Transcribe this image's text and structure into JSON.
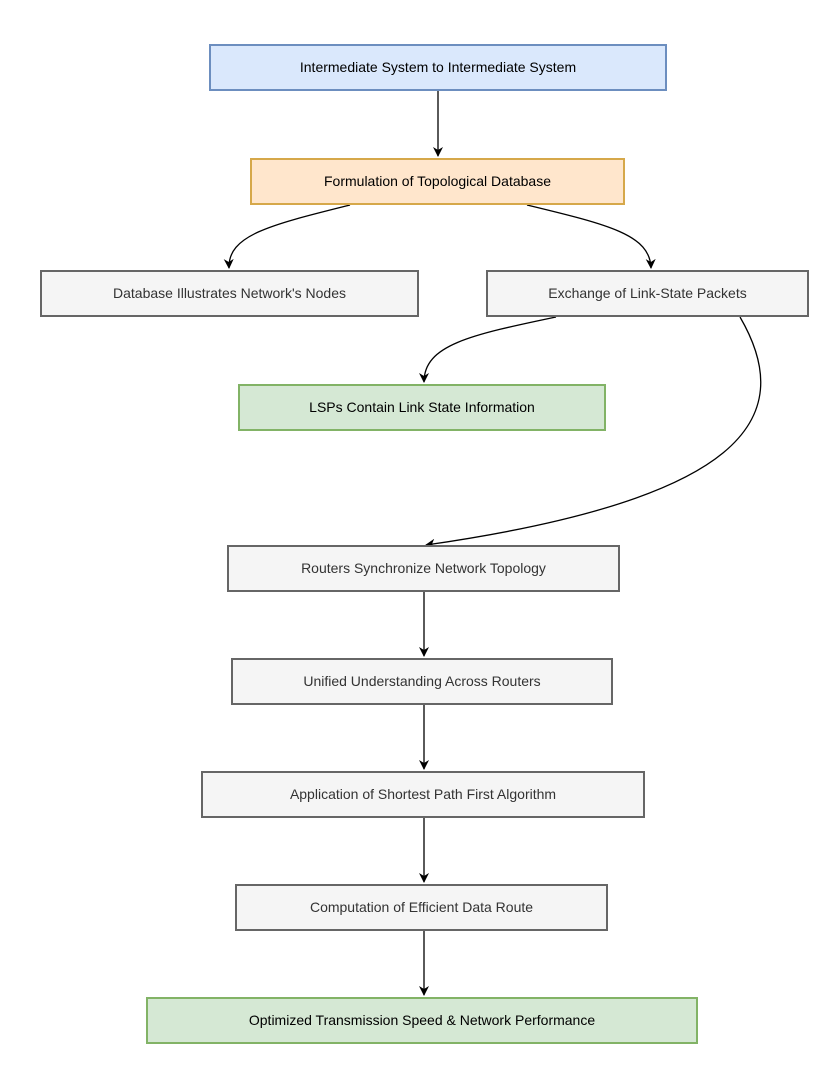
{
  "diagram": {
    "nodes": {
      "n1": "Intermediate System to Intermediate System",
      "n2": "Formulation of Topological Database",
      "n3": "Database Illustrates Network's Nodes",
      "n4": "Exchange of Link-State Packets",
      "n5": "LSPs Contain Link State Information",
      "n6": "Routers Synchronize Network Topology",
      "n7": "Unified Understanding Across Routers",
      "n8": "Application of Shortest Path First Algorithm",
      "n9": "Computation of Efficient Data Route",
      "n10": "Optimized Transmission Speed & Network Performance"
    },
    "colors": {
      "blue_fill": "#dae8fc",
      "blue_stroke": "#6c8ebf",
      "orange_fill": "#ffe6cc",
      "orange_stroke": "#d6a84a",
      "green_fill": "#d5e8d4",
      "green_stroke": "#82b366",
      "gray_fill": "#f5f5f5",
      "gray_stroke": "#666666",
      "arrow": "#000000"
    },
    "edges": [
      {
        "from": "n1",
        "to": "n2"
      },
      {
        "from": "n2",
        "to": "n3"
      },
      {
        "from": "n2",
        "to": "n4"
      },
      {
        "from": "n4",
        "to": "n5"
      },
      {
        "from": "n4",
        "to": "n6"
      },
      {
        "from": "n6",
        "to": "n7"
      },
      {
        "from": "n7",
        "to": "n8"
      },
      {
        "from": "n8",
        "to": "n9"
      },
      {
        "from": "n9",
        "to": "n10"
      }
    ]
  }
}
